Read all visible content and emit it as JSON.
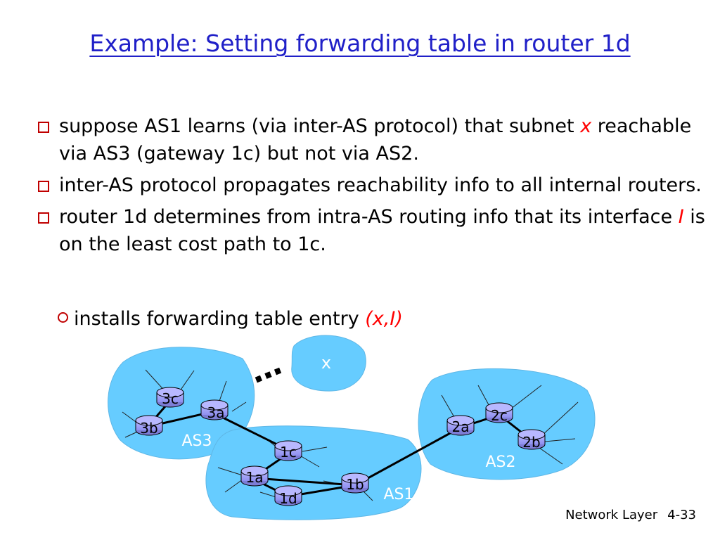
{
  "slide": {
    "title": "Example: Setting forwarding table in router 1d"
  },
  "bullets": [
    {
      "text_before": "suppose AS1 learns (via inter-AS protocol) that subnet ",
      "highlight": "x",
      "text_after": " reachable via AS3 (gateway 1c) but not via AS2."
    },
    {
      "text": "inter-AS protocol propagates reachability info to all internal routers."
    },
    {
      "text_before": "router 1d determines from intra-AS routing info that its interface ",
      "highlight": "I",
      "text_after": "  is on the least cost path to 1c."
    }
  ],
  "sub_bullet": {
    "text_before": "installs forwarding table entry ",
    "highlight": "(x,I)"
  },
  "diagram": {
    "ellipsis": "…",
    "subnet_label": "x",
    "as_labels": {
      "as3": "AS3",
      "as1": "AS1",
      "as2": "AS2"
    },
    "routers": {
      "r3c": "3c",
      "r3a": "3a",
      "r3b": "3b",
      "r1c": "1c",
      "r1a": "1a",
      "r1b": "1b",
      "r1d": "1d",
      "r2a": "2a",
      "r2c": "2c",
      "r2b": "2b"
    },
    "colors": {
      "cloud": "#66ccff",
      "router": "#a3a3ff",
      "text": "#ffffff",
      "link": "#000000"
    }
  },
  "footer": {
    "section": "Network Layer",
    "page": "4-33"
  }
}
